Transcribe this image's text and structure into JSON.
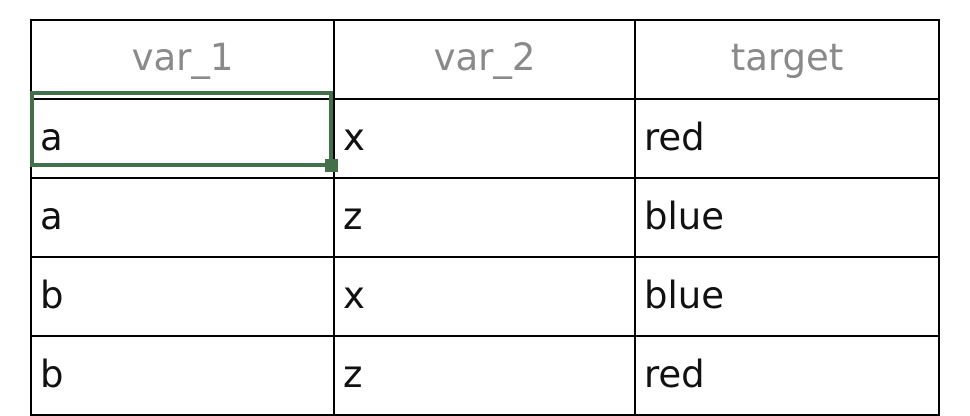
{
  "app": {
    "kind": "spreadsheet-table",
    "accent_selection_color": "#41704b",
    "header_text_color": "#8a8a8a",
    "grid_line_color": "#000000",
    "background_color": "#ffffff"
  },
  "table": {
    "columns": [
      {
        "key": "var_1",
        "label": "var_1",
        "align": "center"
      },
      {
        "key": "var_2",
        "label": "var_2",
        "align": "center"
      },
      {
        "key": "target",
        "label": "target",
        "align": "center"
      }
    ],
    "rows": [
      {
        "var_1": {
          "text": "a",
          "color": "#111111"
        },
        "var_2": {
          "text": "x",
          "color": "#111111"
        },
        "target": {
          "text": "red",
          "color": "#e5372b"
        }
      },
      {
        "var_1": {
          "text": "a",
          "color": "#111111"
        },
        "var_2": {
          "text": "z",
          "color": "#111111"
        },
        "target": {
          "text": "blue",
          "color": "#2f72b8"
        }
      },
      {
        "var_1": {
          "text": "b",
          "color": "#111111"
        },
        "var_2": {
          "text": "x",
          "color": "#111111"
        },
        "target": {
          "text": "blue",
          "color": "#2f72b8"
        }
      },
      {
        "var_1": {
          "text": "b",
          "color": "#111111"
        },
        "var_2": {
          "text": "z",
          "color": "#111111"
        },
        "target": {
          "text": "red",
          "color": "#e5372b"
        }
      }
    ]
  },
  "selection": {
    "column": "var_1",
    "row_index": 0,
    "value": "a",
    "border_color": "#41704b",
    "fill_handle_color": "#41704b"
  }
}
